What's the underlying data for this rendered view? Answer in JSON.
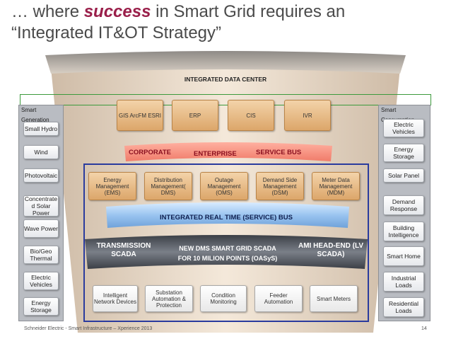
{
  "title": {
    "part1": "… where ",
    "highlight": "success",
    "part2": " in Smart Grid requires an",
    "line2": "“Integrated IT&OT Strategy”"
  },
  "data_center": "INTEGRATED DATA CENTER",
  "smart_generation": {
    "header": "Smart Generation",
    "items": [
      "Small Hydro",
      "Wind",
      "Photovoltaic",
      "Concentrate d Solar Power",
      "Wave Power",
      "Bio/Geo Thermal",
      "Electric Vehicles",
      "Energy Storage"
    ]
  },
  "smart_consumption": {
    "header": "Smart Consumption",
    "items": [
      "Electric Vehicles",
      "Energy Storage",
      "Solar Panel",
      "Demand Response",
      "Building Intelligence",
      "Smart Home",
      "Industrial Loads",
      "Residential Loads"
    ]
  },
  "enterprise_apps": [
    "GIS ArcFM ESRI",
    "ERP",
    "CIS",
    "IVR"
  ],
  "corporate_bus": {
    "corporate": "CORPORATE",
    "enterprise": "ENTERPRISE",
    "service_bus": "SERVICE BUS"
  },
  "ot_apps": [
    "Energy Management (EMS)",
    "Distribution Management( DMS)",
    "Outage Management (OMS)",
    "Demand Side Management (DSM)",
    "Meter Data Management (MDM)"
  ],
  "realtime_bus": "INTEGRATED REAL TIME (SERVICE) BUS",
  "scada": {
    "transmission": "TRANSMISSION SCADA",
    "dms_line1": "NEW DMS SMART GRID SCADA",
    "dms_line2": "FOR 10 MILION POINTS (OASyS)",
    "ami": "AMI HEAD-END (LV SCADA)"
  },
  "field_apps": [
    "Intelligent Network Devices",
    "Substation Automation & Protection",
    "Condition Monitoring",
    "Feeder Automation",
    "Smart Meters"
  ],
  "footer": "Schneider Electric  - Smart Infrastructure – Xperience 2013",
  "page_number": "14",
  "colors": {
    "title_highlight": "#9a1f4a",
    "green_frame": "#3c9a3c",
    "blue_frame": "#2a3b9e",
    "tan_box": "#dca66a",
    "funnel": "#e8d4bd"
  }
}
